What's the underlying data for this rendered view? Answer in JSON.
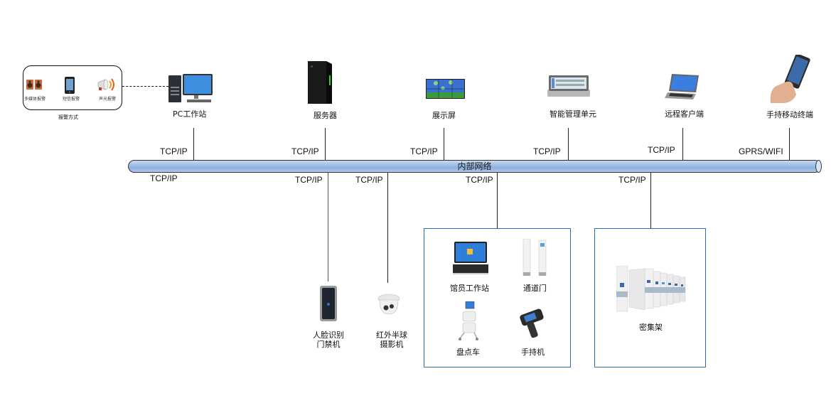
{
  "network": {
    "label": "内部网络",
    "pipe_color": "#9dbbe4"
  },
  "alarm": {
    "title": "报警方式",
    "items": [
      {
        "label": "多媒体报警",
        "icon": "speaker-icon"
      },
      {
        "label": "短信报警",
        "icon": "phone-icon"
      },
      {
        "label": "声光报警",
        "icon": "siren-icon"
      }
    ]
  },
  "top_devices": [
    {
      "label": "PC工作站",
      "protocol": "TCP/IP",
      "icon": "desktop-pc-icon"
    },
    {
      "label": "服务器",
      "protocol": "TCP/IP",
      "icon": "server-icon"
    },
    {
      "label": "展示屏",
      "protocol": "TCP/IP",
      "icon": "display-wall-icon"
    },
    {
      "label": "智能管理单元",
      "protocol": "TCP/IP",
      "icon": "control-panel-icon"
    },
    {
      "label": "远程客户端",
      "protocol": "TCP/IP",
      "icon": "laptop-icon"
    },
    {
      "label": "手持移动终端",
      "protocol": "GPRS/WIFI",
      "icon": "smartphone-icon"
    }
  ],
  "bottom_protocols": [
    "TCP/IP",
    "TCP/IP",
    "TCP/IP",
    "TCP/IP",
    "TCP/IP"
  ],
  "bottom_devices": [
    {
      "label_line1": "人脸识别",
      "label_line2": "门禁机",
      "icon": "face-recognition-icon"
    },
    {
      "label_line1": "红外半球",
      "label_line2": "摄影机",
      "icon": "dome-camera-icon"
    }
  ],
  "group_library": {
    "items": [
      {
        "label": "馆员工作站",
        "icon": "workstation-icon"
      },
      {
        "label": "通道门",
        "icon": "security-gate-icon"
      },
      {
        "label": "盘点车",
        "icon": "inventory-cart-icon"
      },
      {
        "label": "手持机",
        "icon": "handheld-scanner-icon"
      }
    ],
    "border_color": "#2d6da8"
  },
  "group_shelving": {
    "items": [
      {
        "label": "密集架",
        "icon": "compact-shelving-icon"
      }
    ]
  }
}
